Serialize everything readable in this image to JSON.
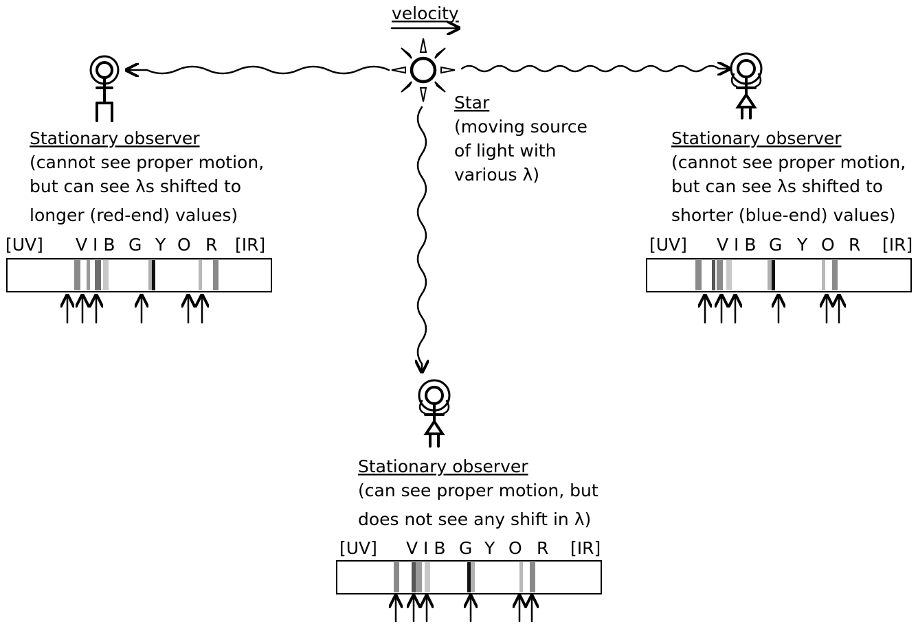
{
  "velocity_label": "velocity",
  "star": {
    "title": "Star",
    "desc": [
      "(moving source",
      "of light with",
      "various λ)"
    ]
  },
  "observers": [
    {
      "id": "left",
      "title": "Stationary observer",
      "desc": [
        "(cannot see proper motion,",
        "but can see λs shifted to",
        "longer (red-end) values)"
      ],
      "spectrum_labels": [
        "[UV]",
        "V I B",
        "G",
        "Y",
        "O",
        "R",
        "[IR]"
      ]
    },
    {
      "id": "right",
      "title": "Stationary observer",
      "desc": [
        "(cannot see proper motion,",
        "but can see λs shifted to",
        "shorter (blue-end) values)"
      ],
      "spectrum_labels": [
        "[UV]",
        "V I B",
        "G",
        "Y",
        "O",
        "R",
        "[IR]"
      ]
    },
    {
      "id": "bottom",
      "title": "Stationary observer",
      "desc": [
        "(can see proper motion, but",
        "does not see any shift in λ)"
      ],
      "spectrum_labels": [
        "[UV]",
        "V I B",
        "G",
        "Y",
        "O",
        "R",
        "[IR]"
      ]
    }
  ],
  "colors": {
    "ink": "#000000",
    "line_gray": "#7a7a7a",
    "background": "#ffffff"
  }
}
